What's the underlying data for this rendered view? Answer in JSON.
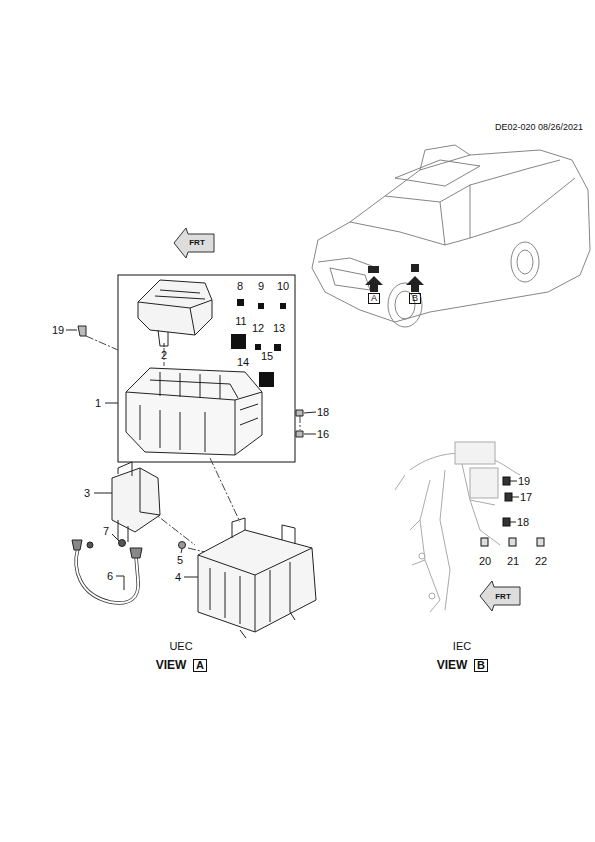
{
  "diagram": {
    "labels": [
      "DE02-020 08/26/2021",
      "FRT",
      "A",
      "B",
      "8",
      "9",
      "10",
      "11",
      "12",
      "13",
      "14",
      "15",
      "19",
      "2",
      "1",
      "18",
      "16",
      "3",
      "5",
      "7",
      "6",
      "4",
      "19",
      "17",
      "18",
      "20",
      "21",
      "22",
      "FRT",
      "UEC",
      "VIEW",
      "A",
      "IEC",
      "VIEW",
      "B"
    ]
  }
}
